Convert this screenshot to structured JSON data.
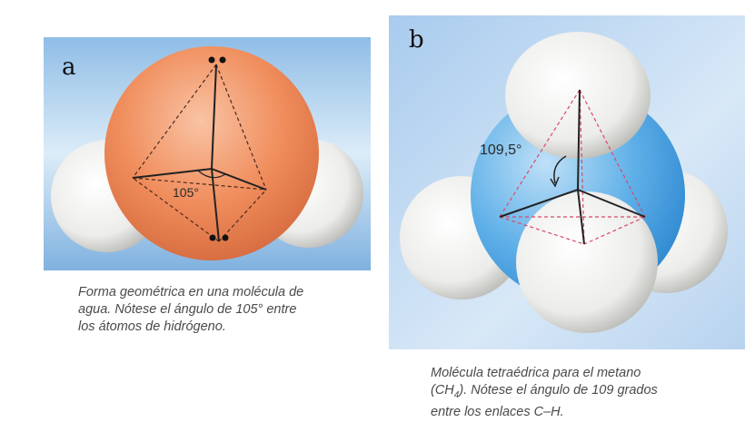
{
  "figure_a": {
    "label": "a",
    "angle": "105°",
    "caption_lines": [
      "Forma geométrica en una molécula de",
      "agua. Nótese el ángulo de 105° entre",
      "los átomos de hidrógeno."
    ]
  },
  "figure_b": {
    "label": "b",
    "angle": "109,5°",
    "caption": {
      "line1": "Molécula tetraédrica para el metano",
      "line2_pre": "(CH",
      "line2_sub": "4",
      "line2_post": "). Nótese el ángulo de 109 grados",
      "line3": "entre los enlaces C–H."
    }
  },
  "colors": {
    "oxygen": "#ef8a5a",
    "carbon": "#3f9fe0",
    "hydrogen": "#f2f2f0",
    "background_a": "#9cc6ea",
    "background_b": "#c3dbf2"
  }
}
